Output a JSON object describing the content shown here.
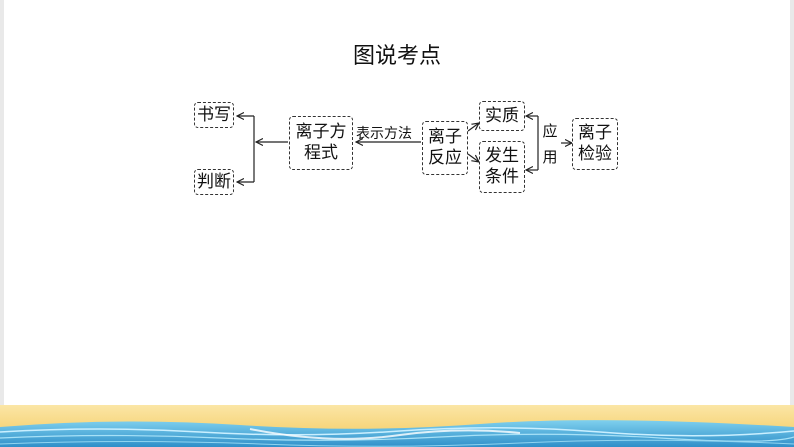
{
  "title": "图说考点",
  "nodes": {
    "shuxie": "书写",
    "panduan": "判断",
    "fangchengshi_1": "离子方",
    "fangchengshi_2": "程式",
    "fanying_1": "离子",
    "fanying_2": "反应",
    "shizhi": "实质",
    "tiaojian_1": "发生",
    "tiaojian_2": "条件",
    "jianyan_1": "离子",
    "jianyan_2": "检验"
  },
  "edge_labels": {
    "biaoshi": "表示方法",
    "ying": "应",
    "yong": "用"
  },
  "colors": {
    "box_border": "#333333",
    "footer_wave": "#5bb8e0",
    "footer_sand": "#f7d67a"
  }
}
